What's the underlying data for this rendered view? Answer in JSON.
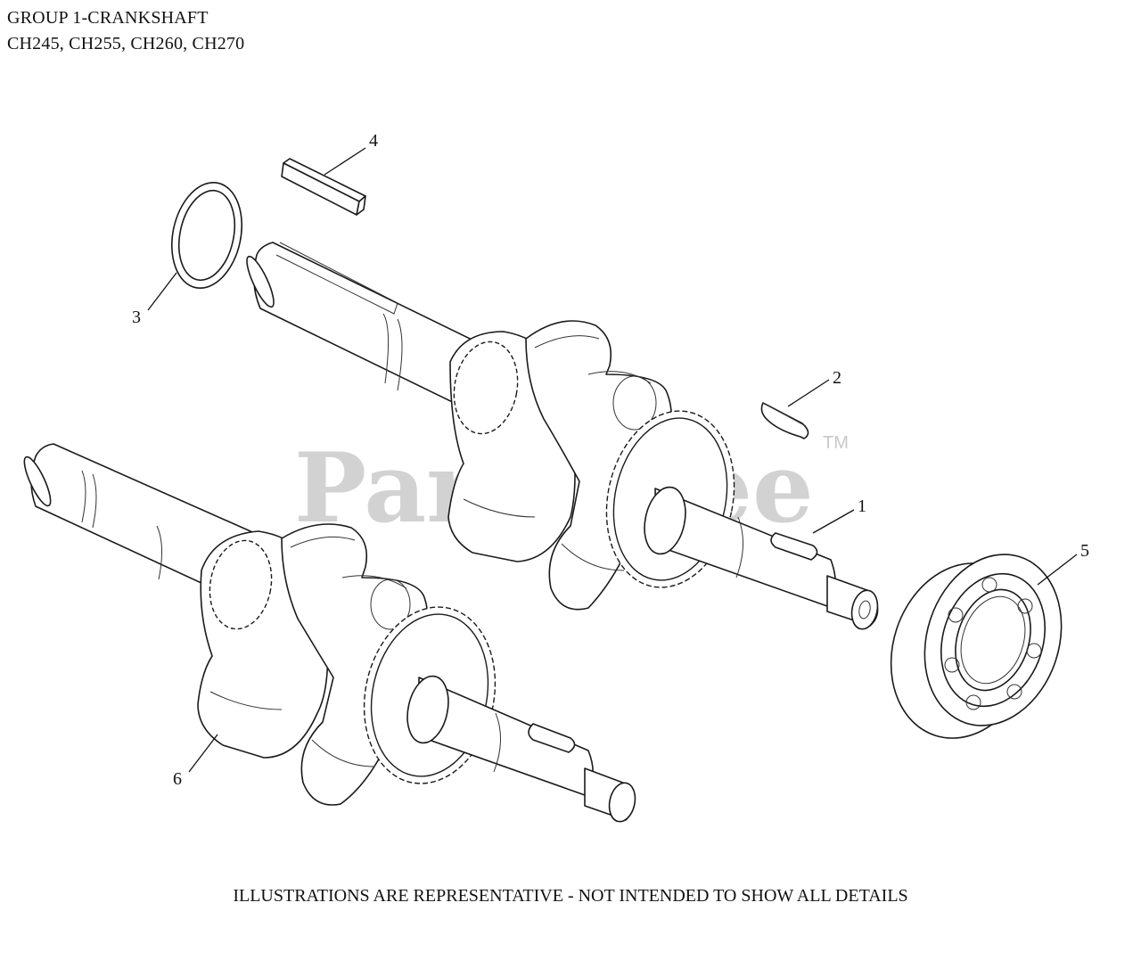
{
  "header": {
    "title_line1": "GROUP 1-CRANKSHAFT",
    "title_line2": "CH245, CH255, CH260, CH270"
  },
  "watermark": {
    "text": "PartsTree",
    "trademark": "TM",
    "color": "#d2d2d2"
  },
  "callouts": [
    {
      "number": "1",
      "part": "crankshaft"
    },
    {
      "number": "2",
      "part": "key"
    },
    {
      "number": "3",
      "part": "washer"
    },
    {
      "number": "4",
      "part": "key"
    },
    {
      "number": "5",
      "part": "ball-bearing"
    },
    {
      "number": "6",
      "part": "crankshaft"
    }
  ],
  "footer": {
    "note": "ILLUSTRATIONS ARE REPRESENTATIVE - NOT INTENDED TO SHOW ALL DETAILS"
  }
}
